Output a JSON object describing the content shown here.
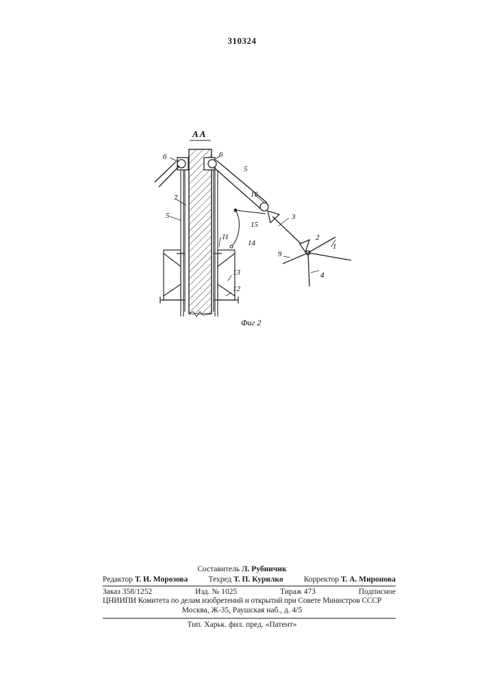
{
  "header": {
    "patent_number": "310324"
  },
  "figure": {
    "section_label": "A  A",
    "caption": "Фиг 2",
    "labels": [
      {
        "id": "6a",
        "text": "6"
      },
      {
        "id": "6b",
        "text": "6"
      },
      {
        "id": "5a",
        "text": "5"
      },
      {
        "id": "5b",
        "text": "5"
      },
      {
        "id": "7",
        "text": "7"
      },
      {
        "id": "16",
        "text": "16"
      },
      {
        "id": "15",
        "text": "15"
      },
      {
        "id": "3",
        "text": "3"
      },
      {
        "id": "14",
        "text": "14"
      },
      {
        "id": "11",
        "text": "11"
      },
      {
        "id": "2",
        "text": "2"
      },
      {
        "id": "1",
        "text": "1"
      },
      {
        "id": "9",
        "text": "9"
      },
      {
        "id": "4",
        "text": "4"
      },
      {
        "id": "13",
        "text": "13"
      },
      {
        "id": "12",
        "text": "12"
      }
    ]
  },
  "footer": {
    "compiler_label": "Составитель",
    "compiler_name": "Л. Рубинчик",
    "editor_label": "Редактор",
    "editor_name": "Т. И. Морозова",
    "techred_label": "Техред",
    "techred_name": "Т. П. Курилко",
    "corrector_label": "Корректор",
    "corrector_name": "Т. А. Миронова",
    "order": "Заказ 358/1252",
    "edition": "Изд. № 1025",
    "print_run": "Тираж 473",
    "subscription": "Подписное",
    "org_line": "ЦНИИПИ Комитета по делам изобретений и открытий при Совете Министров СССР",
    "address_line": "Москва, Ж-35, Раушская наб., д. 4/5",
    "printer_line": "Тип. Харьк. фил. пред. «Патент»"
  }
}
